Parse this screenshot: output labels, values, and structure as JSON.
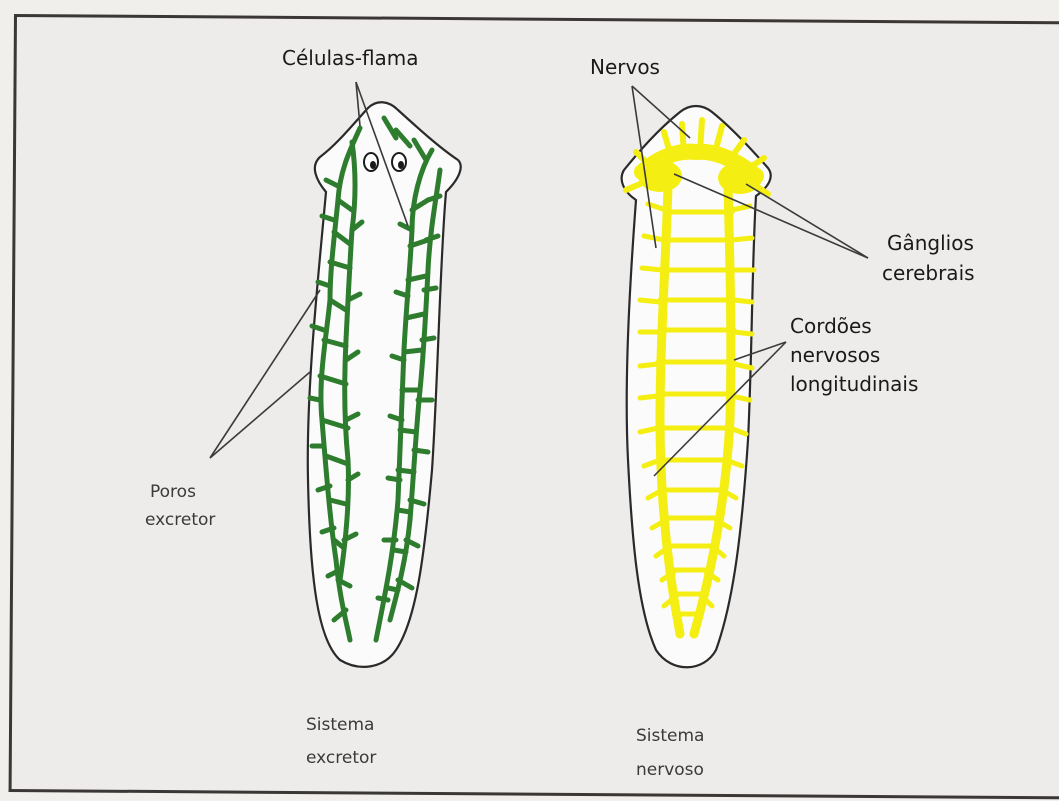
{
  "labels": {
    "celulas_flama": "Células-flama",
    "poros_line1": "Poros",
    "poros_line2": "excretor",
    "sistema_excretor_line1": "Sistema",
    "sistema_excretor_line2": "excretor",
    "nervos": "Nervos",
    "ganglios_line1": "Gânglios",
    "ganglios_line2": "cerebrais",
    "cordoes_line1": "Cordões",
    "cordoes_line2": "nervosos",
    "cordoes_line3": "longitudinais",
    "sistema_nervoso_line1": "Sistema",
    "sistema_nervoso_line2": "nervoso"
  },
  "colors": {
    "excretory": "#2e7d2e",
    "nervous": "#f5ee12",
    "outline": "#2a2a2a",
    "body_fill": "#fbfbfb"
  }
}
